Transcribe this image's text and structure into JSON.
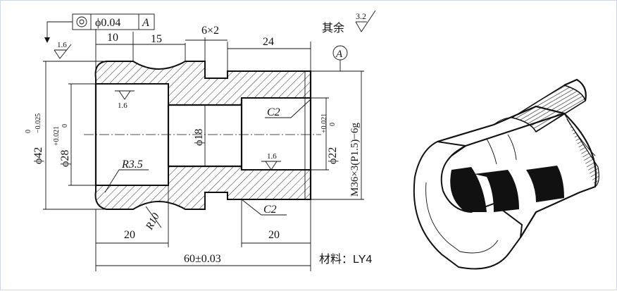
{
  "tolerance_frame": {
    "value": "ϕ0.04",
    "datum": "A"
  },
  "note_remaining": {
    "label": "其余",
    "roughness": "3.2"
  },
  "roughness_marks": {
    "left": "1.6",
    "bore_left": "1.6",
    "bore_right": "1.6"
  },
  "dims": {
    "d10": "10",
    "d15": "15",
    "groove": "6×2",
    "d24": "24",
    "d20_left": "20",
    "d20_right": "20",
    "overall": "60±0.03",
    "dia42": "ϕ42",
    "dia42_tol_upper": "0",
    "dia42_tol_lower": "−0.025",
    "dia28": "ϕ28",
    "dia28_tol_upper": "+0.021",
    "dia28_tol_lower": "0",
    "dia18": "ϕ18",
    "dia22": "ϕ22",
    "dia22_tol_upper": "+0.021",
    "dia22_tol_lower": "0",
    "thread": "M36×3(P1.5)−6g",
    "chamfer_top": "C2",
    "chamfer_bottom": "C2",
    "radius_small": "R3.5",
    "radius_large": "R10"
  },
  "datum_label": "A",
  "material": "材料：LY4"
}
